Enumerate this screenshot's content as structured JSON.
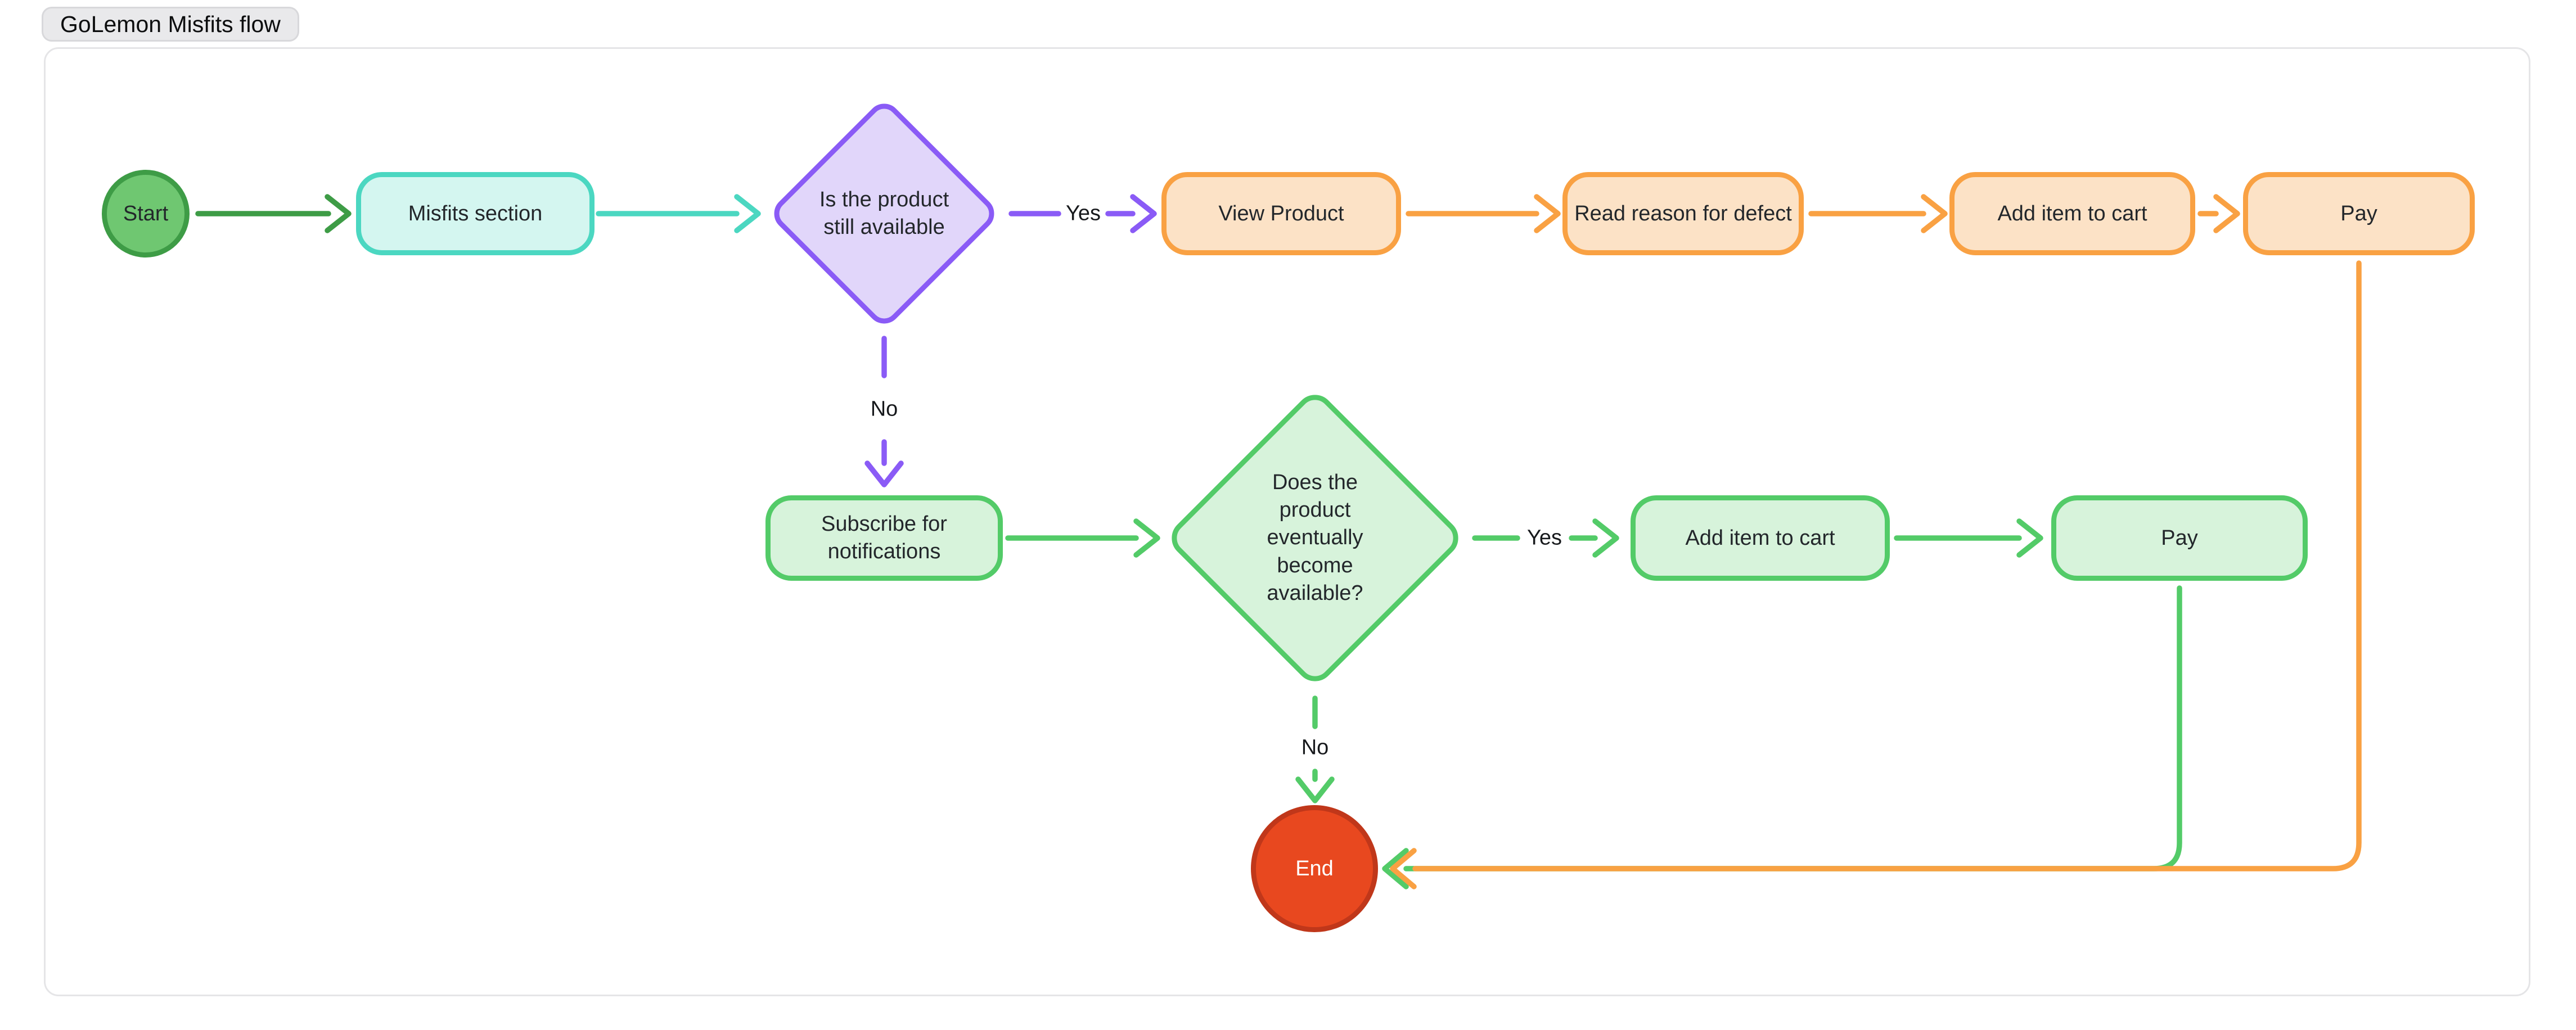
{
  "title_badge": {
    "label": "GoLemon Misfits flow"
  },
  "colors": {
    "start_fill": "#6FC771",
    "start_border": "#3E9C46",
    "misfits_fill": "#D4F6F0",
    "misfits_border": "#4BD7C1",
    "decision_available_fill": "#E1D6FA",
    "decision_available_border": "#8A5BF6",
    "available_path_fill": "#FCE2C6",
    "available_path_border": "#F9A143",
    "notify_path_fill": "#D7F3DB",
    "notify_path_border": "#53CB68",
    "end_fill": "#E8481F",
    "end_border": "#C0371A"
  },
  "flow": {
    "nodes": {
      "start": {
        "label": "Start",
        "shape": "circle"
      },
      "misfits_section": {
        "label": "Misfits section",
        "shape": "rounded-rect"
      },
      "is_product_available": {
        "label": "Is the product still available",
        "shape": "diamond"
      },
      "view_product": {
        "label": "View Product",
        "shape": "rounded-rect"
      },
      "read_reason_for_defect": {
        "label": "Read reason for defect",
        "shape": "rounded-rect"
      },
      "add_item_to_cart_available": {
        "label": "Add item to cart",
        "shape": "rounded-rect"
      },
      "pay_available": {
        "label": "Pay",
        "shape": "rounded-rect"
      },
      "subscribe_for_notifications": {
        "label": "Subscribe for notifications",
        "shape": "rounded-rect"
      },
      "does_product_become_available": {
        "label": "Does the product eventually become available?",
        "shape": "diamond"
      },
      "add_item_to_cart_eventually": {
        "label": "Add item to cart",
        "shape": "rounded-rect"
      },
      "pay_eventually": {
        "label": "Pay",
        "shape": "rounded-rect"
      },
      "end": {
        "label": "End",
        "shape": "circle"
      }
    },
    "edges": [
      {
        "from": "start",
        "to": "misfits_section",
        "label": ""
      },
      {
        "from": "misfits_section",
        "to": "is_product_available",
        "label": ""
      },
      {
        "from": "is_product_available",
        "to": "view_product",
        "label": "Yes"
      },
      {
        "from": "view_product",
        "to": "read_reason_for_defect",
        "label": ""
      },
      {
        "from": "read_reason_for_defect",
        "to": "add_item_to_cart_available",
        "label": ""
      },
      {
        "from": "add_item_to_cart_available",
        "to": "pay_available",
        "label": ""
      },
      {
        "from": "pay_available",
        "to": "end",
        "label": ""
      },
      {
        "from": "is_product_available",
        "to": "subscribe_for_notifications",
        "label": "No"
      },
      {
        "from": "subscribe_for_notifications",
        "to": "does_product_become_available",
        "label": ""
      },
      {
        "from": "does_product_become_available",
        "to": "add_item_to_cart_eventually",
        "label": "Yes"
      },
      {
        "from": "add_item_to_cart_eventually",
        "to": "pay_eventually",
        "label": ""
      },
      {
        "from": "pay_eventually",
        "to": "end",
        "label": ""
      },
      {
        "from": "does_product_become_available",
        "to": "end",
        "label": "No"
      }
    ]
  }
}
